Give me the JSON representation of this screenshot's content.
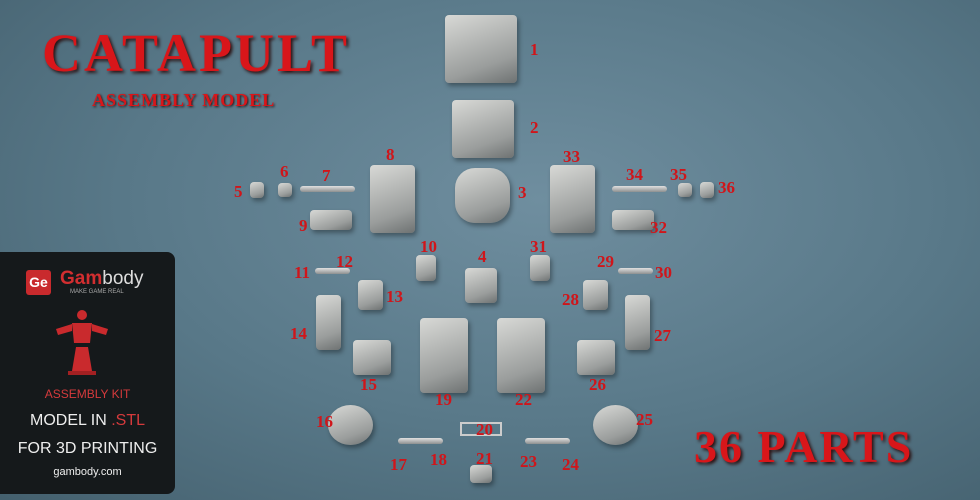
{
  "title": "CATAPULT",
  "subtitle": "ASSEMBLY MODEL",
  "parts_count": "36 PARTS",
  "panel": {
    "logo": "Ge",
    "brand_a": "Gam",
    "brand_b": "body",
    "tagline": "MAKE GAME REAL",
    "kit": "ASSEMBLY KIT",
    "line1": "MODEL IN ",
    "line1_accent": ".STL",
    "line2": "FOR 3D PRINTING",
    "site": "gambody.com"
  },
  "labels": [
    "1",
    "2",
    "3",
    "4",
    "5",
    "6",
    "7",
    "8",
    "9",
    "10",
    "11",
    "12",
    "13",
    "14",
    "15",
    "16",
    "17",
    "18",
    "19",
    "20",
    "21",
    "22",
    "23",
    "24",
    "25",
    "26",
    "27",
    "28",
    "29",
    "30",
    "31",
    "32",
    "33",
    "34",
    "35",
    "36"
  ]
}
